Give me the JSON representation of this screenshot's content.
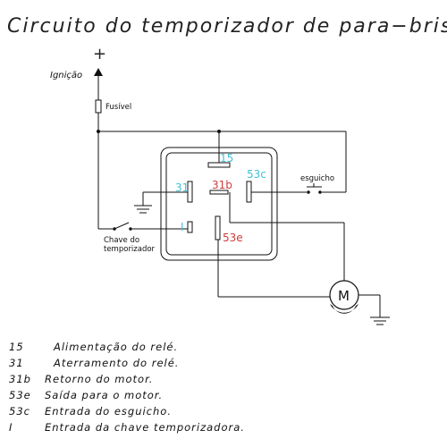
{
  "title": "Circuito do temporizador de para−brisa",
  "labels": {
    "plus": "+",
    "ignition": "Ignição",
    "fuse": "Fusível",
    "washer": "esguicho",
    "timer_switch_line1": "Chave do",
    "timer_switch_line2": "temporizador",
    "motor": "M"
  },
  "pins": {
    "p15": "15",
    "p31": "31",
    "p31b": "31b",
    "p53c": "53c",
    "p53e": "53e",
    "pI": "I"
  },
  "legend": [
    {
      "code": "15",
      "desc": "Alimentação do relé."
    },
    {
      "code": "31",
      "desc": "Aterramento do relé."
    },
    {
      "code": "31b",
      "desc": "Retorno do motor."
    },
    {
      "code": "53e",
      "desc": "Saída para o motor."
    },
    {
      "code": "53c",
      "desc": "Entrada do esguicho."
    },
    {
      "code": "I",
      "desc": "Entrada da chave temporizadora."
    }
  ],
  "colors": {
    "pin_cyan": "#3fc3d6",
    "pin_red": "#d23b3b",
    "wire": "#111111"
  }
}
